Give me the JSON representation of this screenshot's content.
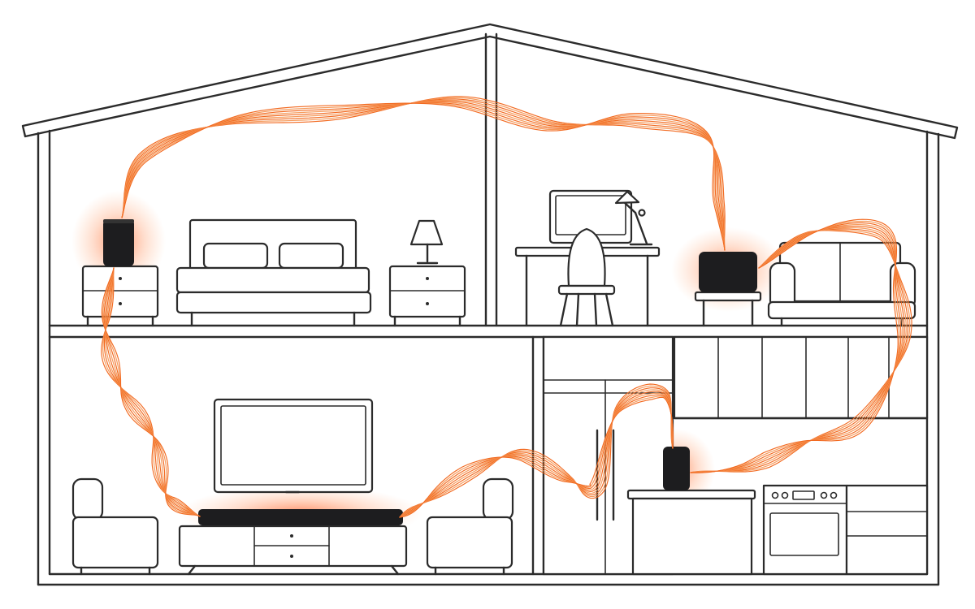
{
  "colors": {
    "line": "#2b2b2b",
    "background": "#ffffff",
    "wave": "#f26a21",
    "wave_light": "#f59a5a",
    "glow": "#ff5a1f",
    "speaker": "#1d1d1f"
  },
  "rooms": [
    {
      "name": "bedroom",
      "floor": "upper",
      "items": [
        "nightstand-left",
        "wireless-speaker",
        "double-bed",
        "nightstand-right",
        "table-lamp"
      ]
    },
    {
      "name": "study",
      "floor": "upper",
      "items": [
        "desk",
        "computer-monitor",
        "desk-lamp",
        "office-chair",
        "side-table",
        "wireless-speaker-wide",
        "sofa"
      ]
    },
    {
      "name": "living-room",
      "floor": "lower",
      "items": [
        "television",
        "soundbar",
        "tv-console",
        "armchair-left",
        "armchair-right"
      ]
    },
    {
      "name": "kitchen",
      "floor": "lower",
      "items": [
        "refrigerator",
        "wall-cabinets",
        "counter",
        "wireless-speaker",
        "oven-range",
        "drawers"
      ]
    }
  ],
  "speakers": [
    {
      "room": "bedroom",
      "type": "compact-speaker"
    },
    {
      "room": "study",
      "type": "wide-speaker"
    },
    {
      "room": "living-room",
      "type": "soundbar"
    },
    {
      "room": "kitchen",
      "type": "compact-speaker"
    }
  ],
  "connections": [
    {
      "from": "bedroom",
      "to": "study"
    },
    {
      "from": "study",
      "to": "kitchen"
    },
    {
      "from": "kitchen",
      "to": "living-room"
    },
    {
      "from": "living-room",
      "to": "bedroom"
    }
  ]
}
